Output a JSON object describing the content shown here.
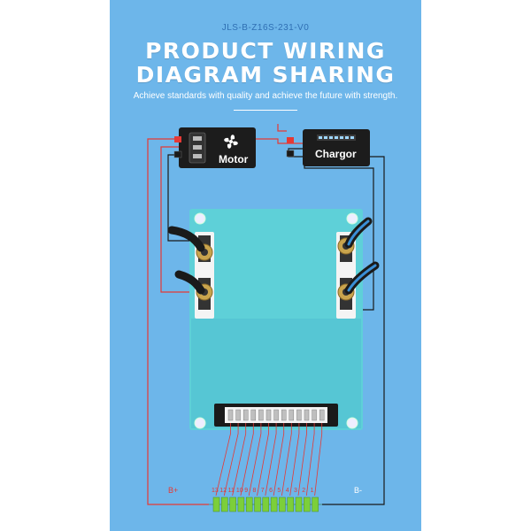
{
  "header": {
    "code": "JLS-B-Z16S-231-V0",
    "title_line1": "PRODUCT WIRING",
    "title_line2": "DIAGRAM SHARING",
    "subtitle": "Achieve standards with quality and achieve the future with strength."
  },
  "devices": {
    "motor_label": "Motor",
    "charger_label": "Chargor"
  },
  "terminals": {
    "b_plus": "B+",
    "b_minus": "B-"
  },
  "connector": {
    "pin_numbers": [
      "13",
      "12",
      "11",
      "10",
      "9",
      "8",
      "7",
      "6",
      "5",
      "4",
      "3",
      "2",
      "1"
    ]
  },
  "colors": {
    "background": "#6db6ea",
    "board": "#5ed0d8",
    "wire_red": "#e53935",
    "wire_black": "#1a1a1a",
    "cell_green": "#7ccf3a"
  }
}
